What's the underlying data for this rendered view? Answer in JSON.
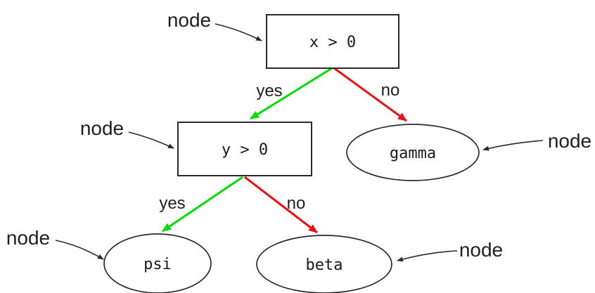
{
  "diagram": {
    "type": "decision-tree",
    "nodes": [
      {
        "id": "root",
        "shape": "rectangle",
        "label": "x > 0"
      },
      {
        "id": "ytest",
        "shape": "rectangle",
        "label": "y > 0"
      },
      {
        "id": "gamma",
        "shape": "ellipse",
        "label": "gamma"
      },
      {
        "id": "psi",
        "shape": "ellipse",
        "label": "psi"
      },
      {
        "id": "beta",
        "shape": "ellipse",
        "label": "beta"
      }
    ],
    "edges": [
      {
        "from": "root",
        "to": "ytest",
        "label": "yes",
        "answer": "yes"
      },
      {
        "from": "root",
        "to": "gamma",
        "label": "no",
        "answer": "no"
      },
      {
        "from": "ytest",
        "to": "psi",
        "label": "yes",
        "answer": "yes"
      },
      {
        "from": "ytest",
        "to": "beta",
        "label": "no",
        "answer": "no"
      }
    ],
    "annotations": [
      {
        "text": "node",
        "points_to": "root"
      },
      {
        "text": "node",
        "points_to": "ytest"
      },
      {
        "text": "node",
        "points_to": "gamma"
      },
      {
        "text": "node",
        "points_to": "psi"
      },
      {
        "text": "node",
        "points_to": "beta"
      }
    ],
    "colors": {
      "yes_edge": "#00dd00",
      "no_edge": "#ee1111",
      "node_border": "#2a2a2a",
      "annotation_ink": "#2a2a2a",
      "background": "#ffffff"
    }
  }
}
